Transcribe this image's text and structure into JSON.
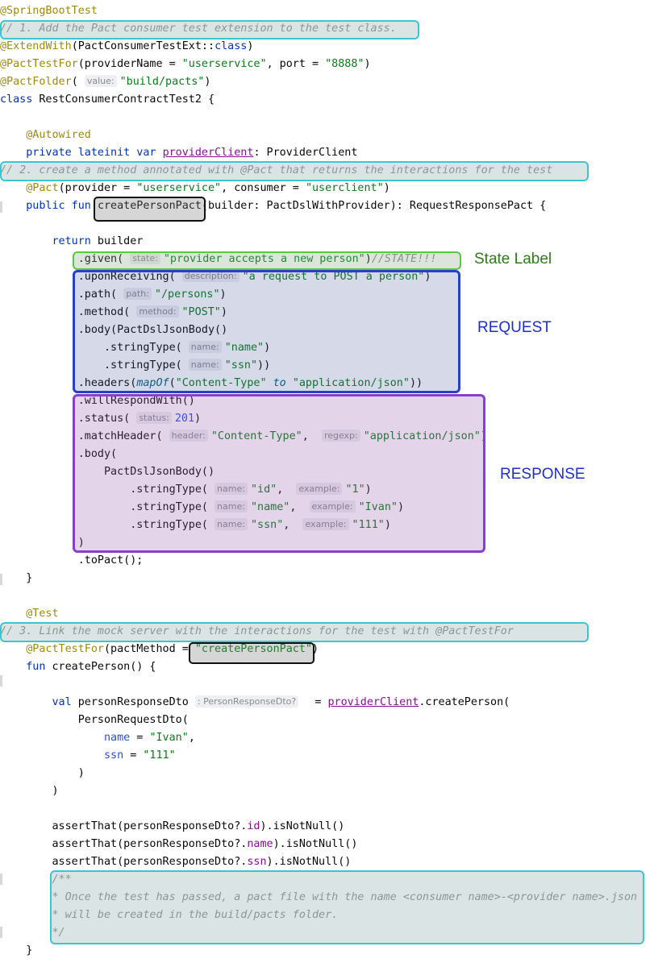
{
  "lines": [
    [
      [
        "ann",
        "@SpringBootTest"
      ]
    ],
    [
      [
        "cmt",
        "// 1. Add the Pact consumer test extension to the test class."
      ]
    ],
    [
      [
        "ann",
        "@ExtendWith"
      ],
      [
        "t",
        "(PactConsumerTestExt::"
      ],
      [
        "kw",
        "class"
      ],
      [
        "t",
        ")"
      ]
    ],
    [
      [
        "ann",
        "@PactTestFor"
      ],
      [
        "t",
        "(providerName = "
      ],
      [
        "str",
        "\"userservice\""
      ],
      [
        "t",
        ", port = "
      ],
      [
        "str",
        "\"8888\""
      ],
      [
        "t",
        ")"
      ]
    ],
    [
      [
        "ann",
        "@PactFolder"
      ],
      [
        "t",
        "( "
      ],
      [
        "hint",
        "value:"
      ],
      [
        "str",
        "\"build/pacts\""
      ],
      [
        "t",
        ")"
      ]
    ],
    [
      [
        "kw",
        "class"
      ],
      [
        "t",
        " RestConsumerContractTest2 {"
      ]
    ],
    [],
    [
      [
        "t",
        "    "
      ],
      [
        "ann",
        "@Autowired"
      ]
    ],
    [
      [
        "t",
        "    "
      ],
      [
        "kw",
        "private lateinit var "
      ],
      [
        "fld",
        "providerClient"
      ],
      [
        "t",
        ": ProviderClient"
      ]
    ],
    [
      [
        "cmt",
        "// 2. create a method annotated with @Pact that returns the interactions for the test"
      ]
    ],
    [
      [
        "t",
        "    "
      ],
      [
        "ann",
        "@Pact"
      ],
      [
        "t",
        "(provider = "
      ],
      [
        "str",
        "\"userservice\""
      ],
      [
        "t",
        ", consumer = "
      ],
      [
        "str",
        "\"userclient\""
      ],
      [
        "t",
        ")"
      ]
    ],
    [
      [
        "t",
        "    "
      ],
      [
        "kw",
        "public fun "
      ],
      [
        "t",
        "createPersonPact(builder: PactDslWithProvider): RequestResponsePact {"
      ]
    ],
    [],
    [
      [
        "t",
        "        "
      ],
      [
        "kw",
        "return"
      ],
      [
        "t",
        " builder"
      ]
    ],
    [
      [
        "t",
        "            .given( "
      ],
      [
        "hint",
        "state:"
      ],
      [
        "str",
        "\"provider accepts a new person\""
      ],
      [
        "t",
        ")"
      ],
      [
        "cmt",
        "//STATE!!!"
      ]
    ],
    [
      [
        "t",
        "            .uponReceiving( "
      ],
      [
        "hint",
        "description:"
      ],
      [
        "str",
        "\"a request to POST a person\""
      ],
      [
        "t",
        ")"
      ]
    ],
    [
      [
        "t",
        "            .path( "
      ],
      [
        "hint",
        "path:"
      ],
      [
        "str",
        "\"/persons\""
      ],
      [
        "t",
        ")"
      ]
    ],
    [
      [
        "t",
        "            .method( "
      ],
      [
        "hint",
        "method:"
      ],
      [
        "str",
        "\"POST\""
      ],
      [
        "t",
        ")"
      ]
    ],
    [
      [
        "t",
        "            .body(PactDslJsonBody()"
      ]
    ],
    [
      [
        "t",
        "                .stringType( "
      ],
      [
        "hint",
        "name:"
      ],
      [
        "str",
        "\"name\""
      ],
      [
        "t",
        ")"
      ]
    ],
    [
      [
        "t",
        "                .stringType( "
      ],
      [
        "hint",
        "name:"
      ],
      [
        "str",
        "\"ssn\""
      ],
      [
        "t",
        "))"
      ]
    ],
    [
      [
        "t",
        "            .headers("
      ],
      [
        "italfn",
        "mapOf"
      ],
      [
        "t",
        "("
      ],
      [
        "str",
        "\"Content-Type\""
      ],
      [
        "t",
        " "
      ],
      [
        "italfn",
        "to"
      ],
      [
        "t",
        " "
      ],
      [
        "str",
        "\"application/json\""
      ],
      [
        "t",
        "))"
      ]
    ],
    [
      [
        "t",
        "            .willRespondWith()"
      ]
    ],
    [
      [
        "t",
        "            .status( "
      ],
      [
        "hint",
        "status:"
      ],
      [
        "num",
        "201"
      ],
      [
        "t",
        ")"
      ]
    ],
    [
      [
        "t",
        "            .matchHeader( "
      ],
      [
        "hint",
        "header:"
      ],
      [
        "str",
        "\"Content-Type\""
      ],
      [
        "t",
        ",  "
      ],
      [
        "hint",
        "regexp:"
      ],
      [
        "str",
        "\"application/json\""
      ],
      [
        "t",
        ")"
      ]
    ],
    [
      [
        "t",
        "            .body("
      ]
    ],
    [
      [
        "t",
        "                PactDslJsonBody()"
      ]
    ],
    [
      [
        "t",
        "                    .stringType( "
      ],
      [
        "hint",
        "name:"
      ],
      [
        "str",
        "\"id\""
      ],
      [
        "t",
        ",  "
      ],
      [
        "hint",
        "example:"
      ],
      [
        "str",
        "\"1\""
      ],
      [
        "t",
        ")"
      ]
    ],
    [
      [
        "t",
        "                    .stringType( "
      ],
      [
        "hint",
        "name:"
      ],
      [
        "str",
        "\"name\""
      ],
      [
        "t",
        ",  "
      ],
      [
        "hint",
        "example:"
      ],
      [
        "str",
        "\"Ivan\""
      ],
      [
        "t",
        ")"
      ]
    ],
    [
      [
        "t",
        "                    .stringType( "
      ],
      [
        "hint",
        "name:"
      ],
      [
        "str",
        "\"ssn\""
      ],
      [
        "t",
        ",  "
      ],
      [
        "hint",
        "example:"
      ],
      [
        "str",
        "\"111\""
      ],
      [
        "t",
        ")"
      ]
    ],
    [
      [
        "t",
        "            )"
      ]
    ],
    [
      [
        "t",
        "            .toPact();"
      ]
    ],
    [
      [
        "t",
        "    }"
      ]
    ],
    [],
    [
      [
        "t",
        "    "
      ],
      [
        "ann",
        "@Test"
      ]
    ],
    [
      [
        "cmt",
        "// 3. Link the mock server with the interactions for the test with @PactTestFor"
      ]
    ],
    [
      [
        "t",
        "    "
      ],
      [
        "ann",
        "@PactTestFor"
      ],
      [
        "t",
        "(pactMethod = "
      ],
      [
        "str",
        "\"createPersonPact\""
      ],
      [
        "t",
        ")"
      ]
    ],
    [
      [
        "t",
        "    "
      ],
      [
        "kw",
        "fun "
      ],
      [
        "t",
        "createPerson() {"
      ]
    ],
    [],
    [
      [
        "t",
        "        "
      ],
      [
        "kw",
        "val "
      ],
      [
        "t",
        "personResponseDto "
      ],
      [
        "hint",
        ": PersonResponseDto?"
      ],
      [
        "t",
        "  = "
      ],
      [
        "fld",
        "providerClient"
      ],
      [
        "t",
        ".createPerson("
      ]
    ],
    [
      [
        "t",
        "            PersonRequestDto("
      ]
    ],
    [
      [
        "t",
        "                "
      ],
      [
        "named",
        "name"
      ],
      [
        "t",
        " = "
      ],
      [
        "str",
        "\"Ivan\""
      ],
      [
        "t",
        ","
      ]
    ],
    [
      [
        "t",
        "                "
      ],
      [
        "named",
        "ssn"
      ],
      [
        "t",
        " = "
      ],
      [
        "str",
        "\"111\""
      ]
    ],
    [
      [
        "t",
        "            )"
      ]
    ],
    [
      [
        "t",
        "        )"
      ]
    ],
    [],
    [
      [
        "t",
        "        assertThat(personResponseDto?."
      ],
      [
        "prop",
        "id"
      ],
      [
        "t",
        ").isNotNull()"
      ]
    ],
    [
      [
        "t",
        "        assertThat(personResponseDto?."
      ],
      [
        "prop",
        "name"
      ],
      [
        "t",
        ").isNotNull()"
      ]
    ],
    [
      [
        "t",
        "        assertThat(personResponseDto?."
      ],
      [
        "prop",
        "ssn"
      ],
      [
        "t",
        ").isNotNull()"
      ]
    ],
    [
      [
        "t",
        "        "
      ],
      [
        "cmt",
        "/**"
      ]
    ],
    [
      [
        "t",
        "        "
      ],
      [
        "cmt",
        "* Once the test has passed, a pact file with the name <consumer name>-<provider name>.json"
      ]
    ],
    [
      [
        "t",
        "        "
      ],
      [
        "cmt",
        "* will be created in the build/pacts folder."
      ]
    ],
    [
      [
        "t",
        "        "
      ],
      [
        "cmt",
        "*/"
      ]
    ],
    [
      [
        "t",
        "    }"
      ]
    ]
  ],
  "labels": {
    "state": "State Label",
    "request": "REQUEST",
    "response": "RESPONSE"
  }
}
